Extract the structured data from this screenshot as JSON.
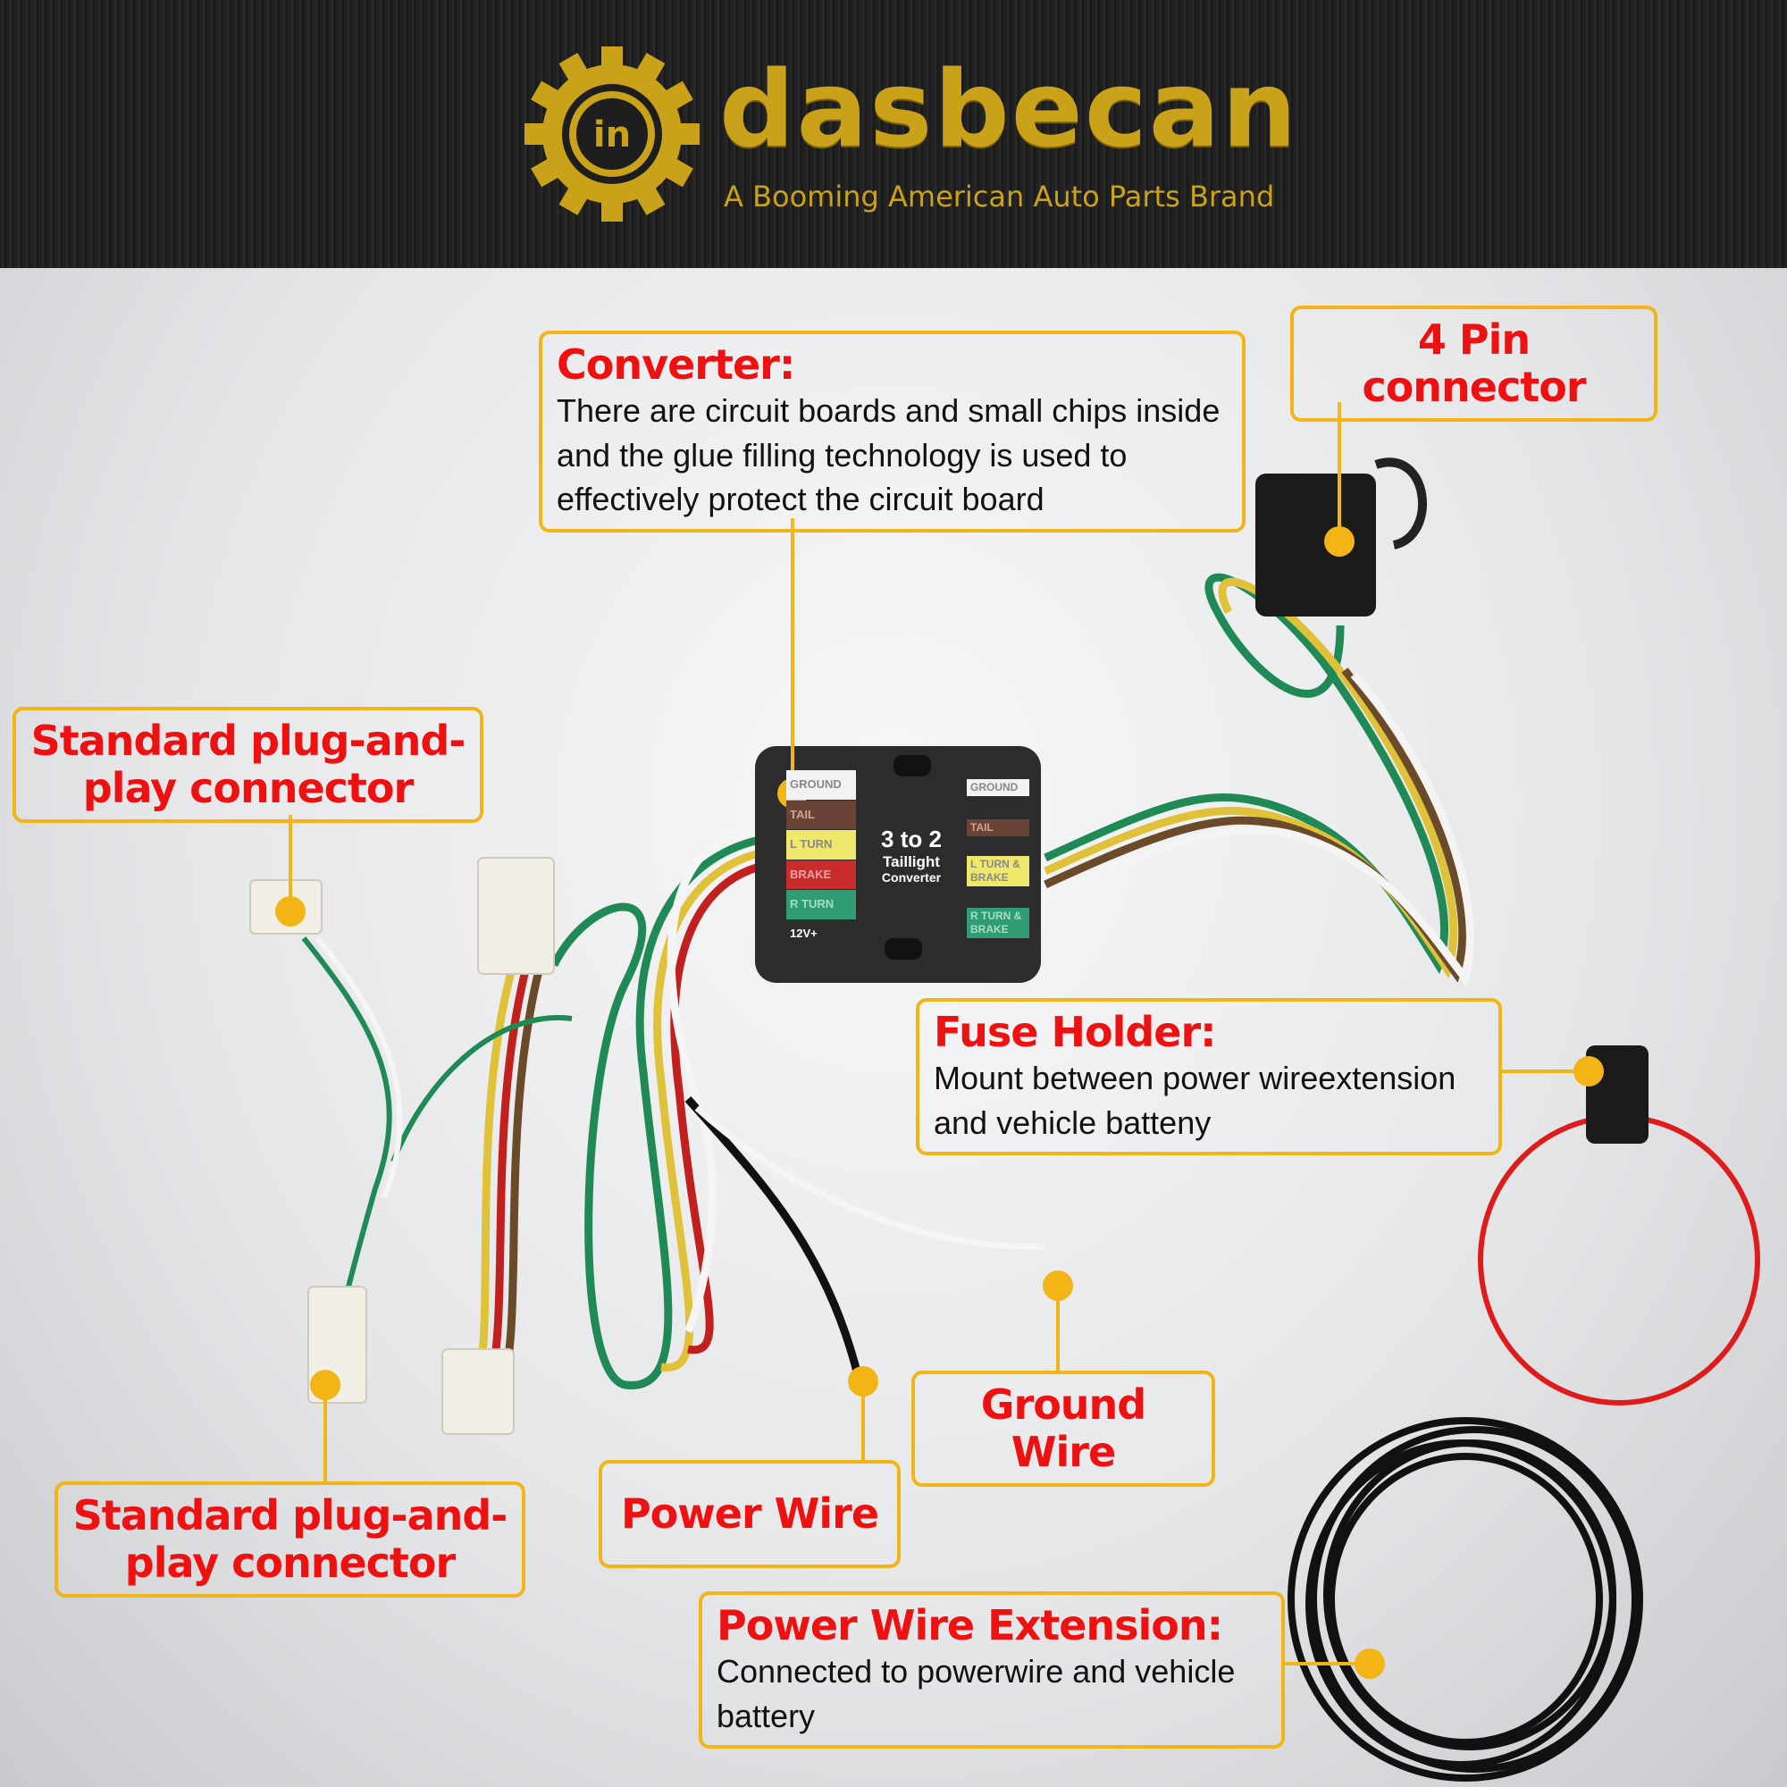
{
  "brand": {
    "name": "dasbecan",
    "tagline": "A Booming American Auto Parts Brand",
    "logo_text": "in"
  },
  "colors": {
    "accent": "#f3b416",
    "title_red": "#ee1111",
    "gold": "#c9a21a"
  },
  "converter_label": {
    "title": "3 to 2",
    "sub1": "Taillight",
    "sub2": "Converter",
    "left": [
      "GROUND",
      "TAIL",
      "L TURN",
      "BRAKE",
      "R TURN",
      "12V+"
    ],
    "right": [
      "GROUND",
      "TAIL",
      "L TURN & BRAKE",
      "R TURN & BRAKE"
    ]
  },
  "callouts": {
    "converter": {
      "title": "Converter:",
      "text": "There are circuit boards and small chips inside and the glue filling technology is used to effectively protect the circuit board"
    },
    "four_pin": {
      "title": "4 Pin connector"
    },
    "std_top": {
      "title": "Standard plug-and-play connector"
    },
    "fuse": {
      "title": "Fuse Holder:",
      "text": "Mount between power wireextension and vehicle batteny"
    },
    "ground": {
      "title": "Ground Wire"
    },
    "power": {
      "title": "Power Wire"
    },
    "std_bottom": {
      "title": "Standard plug-and-play connector"
    },
    "extension": {
      "title": "Power Wire Extension:",
      "text": "Connected to powerwire and vehicle battery"
    }
  }
}
